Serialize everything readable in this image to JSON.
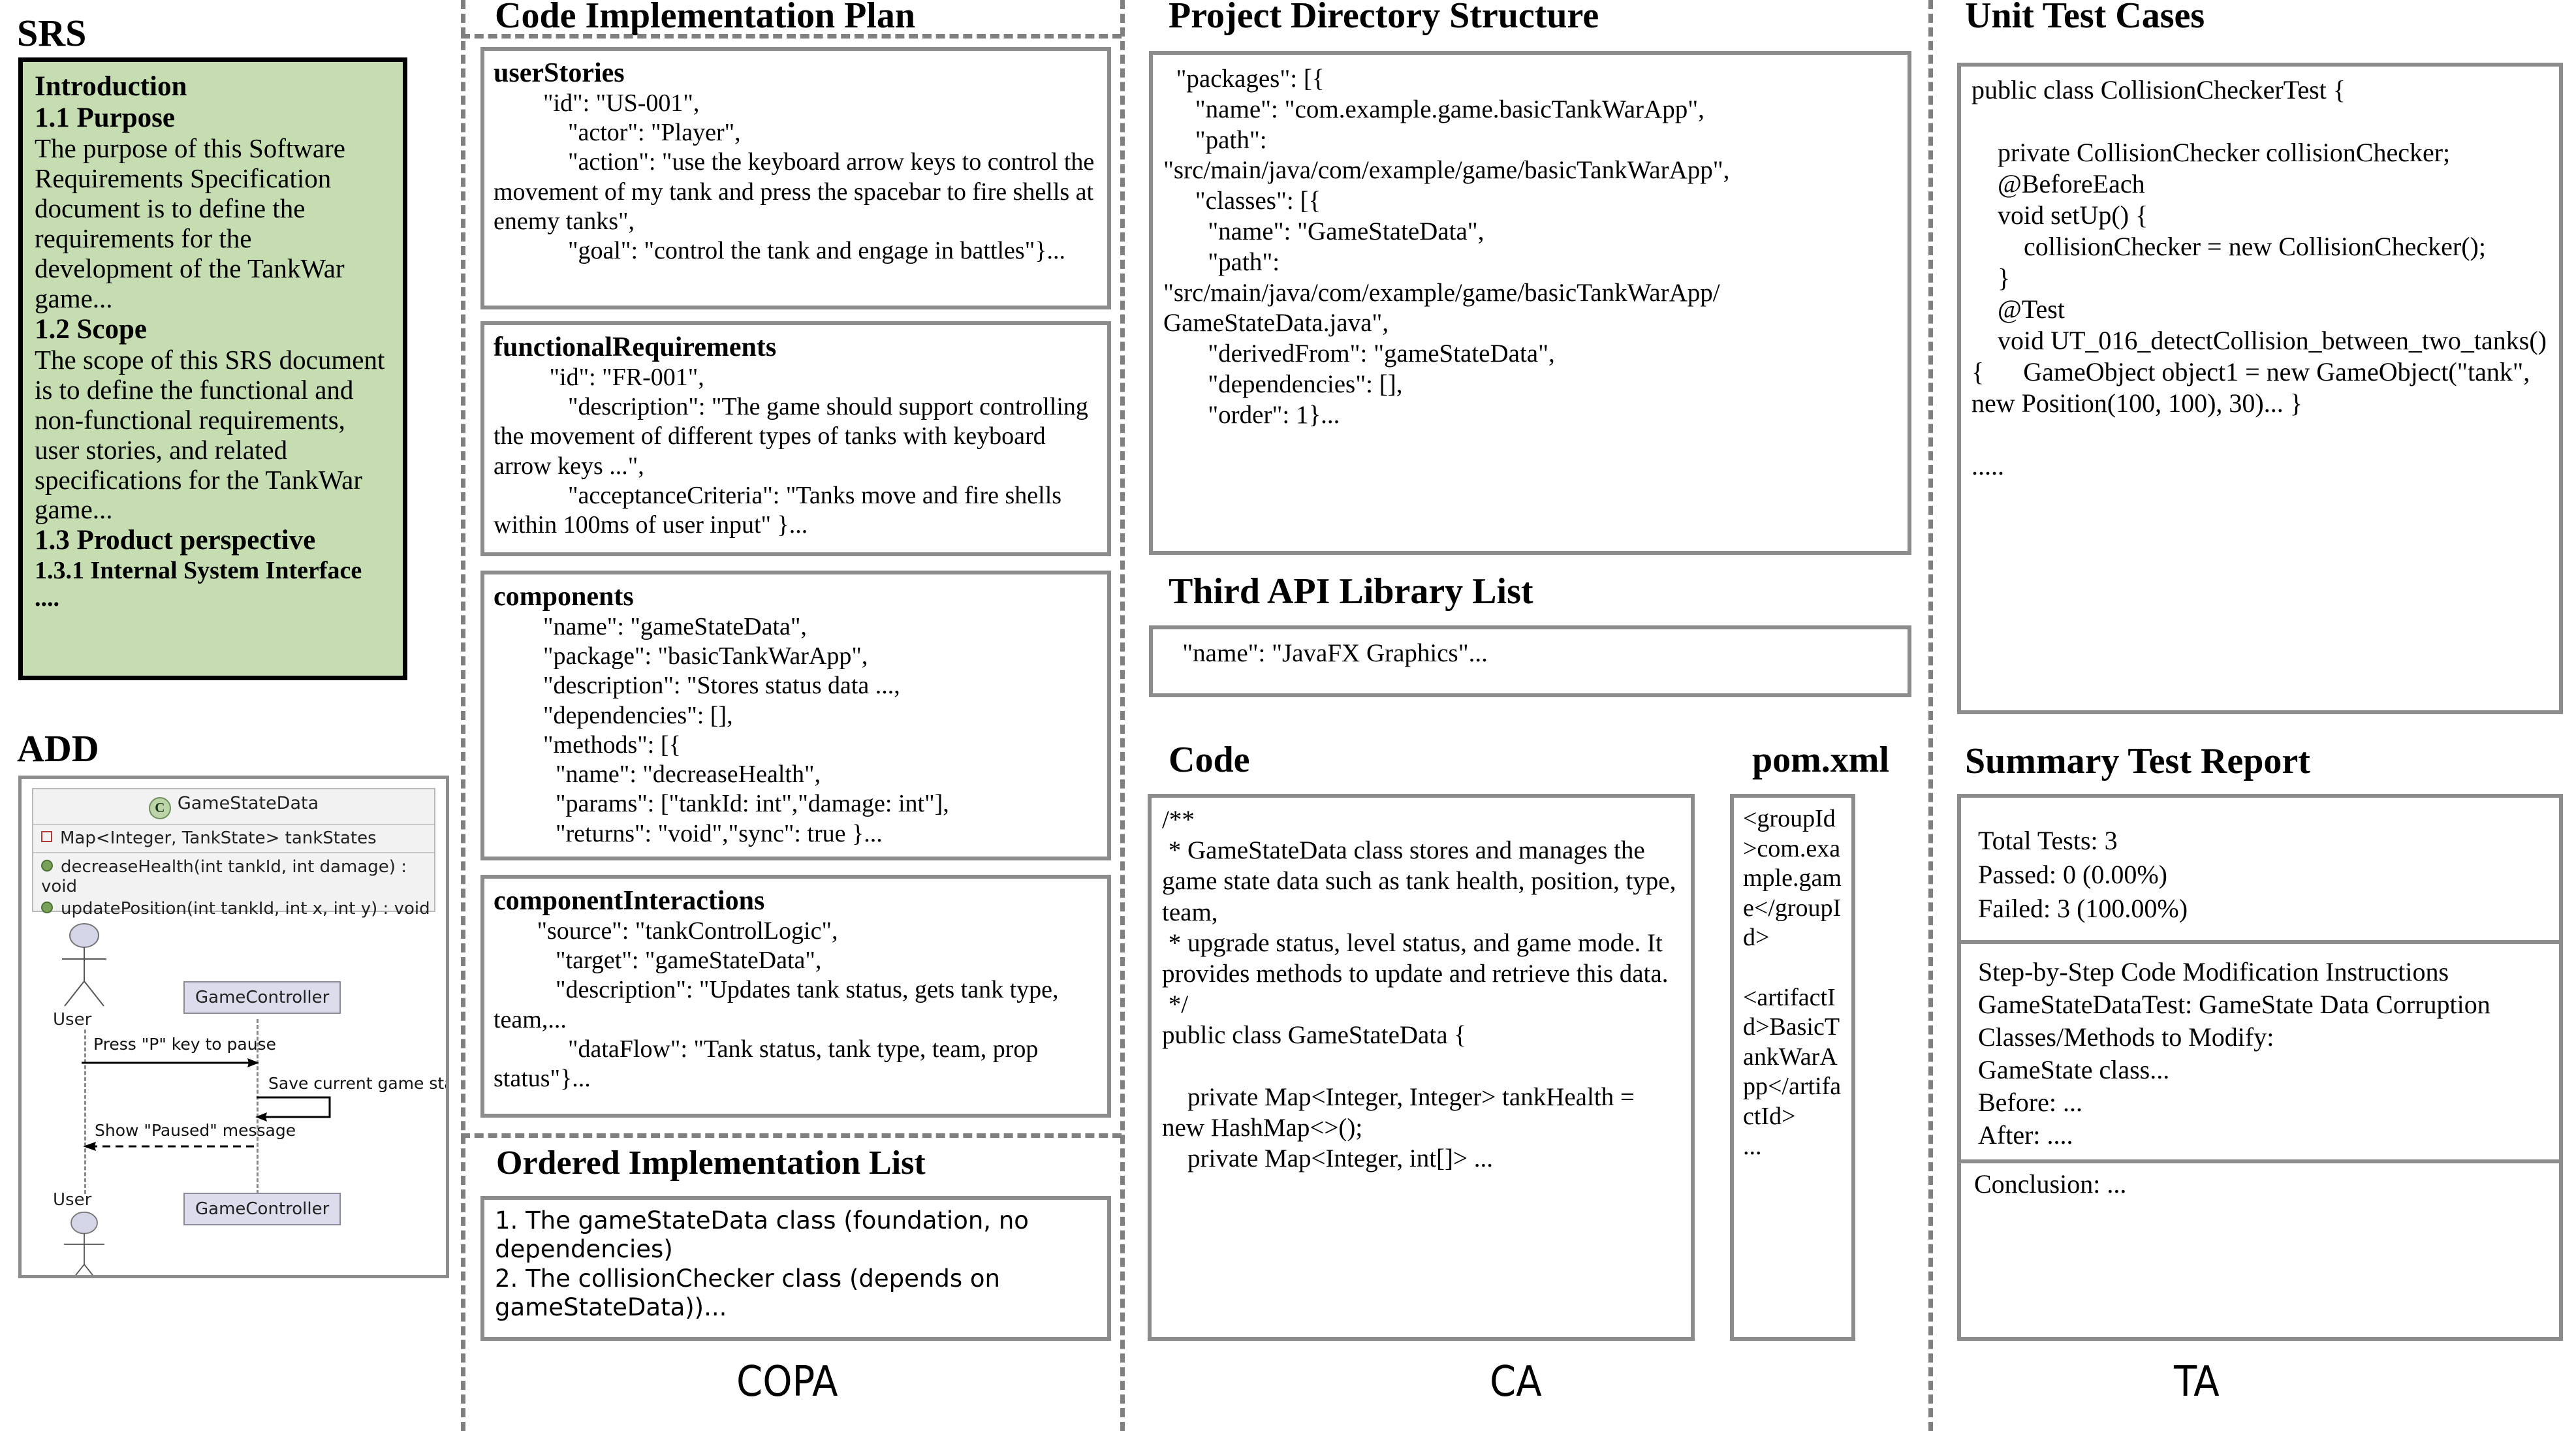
{
  "columns": {
    "copa_label": "COPA",
    "ca_label": "CA",
    "ta_label": "TA"
  },
  "srs": {
    "heading": "SRS",
    "intro_title": "Introduction",
    "s11_title": "1.1 Purpose",
    "s11_body": "The purpose of this Software Requirements Specification document is to define the requirements for the development of the TankWar game...",
    "s12_title": "1.2 Scope",
    "s12_body": "The scope of this SRS document is to define the functional and non-functional requirements, user stories, and related specifications for the TankWar game...",
    "s13_title": "1.3 Product perspective",
    "s131_title": "1.3.1 Internal System Interface",
    "ellipsis": "...."
  },
  "add": {
    "heading": "ADD",
    "class_name": "GameStateData",
    "class_badge": "C",
    "attribute": "Map<Integer, TankState> tankStates",
    "methods": [
      "decreaseHealth(int tankId, int damage) : void",
      "updatePosition(int tankId, int x, int y) : void"
    ],
    "actor_top": "User",
    "actor_bottom": "User",
    "participant_top": "GameController",
    "participant_bottom": "GameController",
    "msg1": "Press \"P\" key to pause",
    "msg2": "Save current game state",
    "msg3": "Show \"Paused\" message"
  },
  "copa": {
    "heading": "Code Implementation Plan",
    "blocks": [
      {
        "title": "userStories",
        "body": "        \"id\": \"US-001\",\n            \"actor\": \"Player\",\n            \"action\": \"use the keyboard arrow keys to control the movement of my tank and press the spacebar to fire shells at enemy tanks\",\n            \"goal\": \"control the tank and engage in battles\"}..."
      },
      {
        "title": "functionalRequirements",
        "body": "         \"id\": \"FR-001\",\n            \"description\": \"The game should support controlling the movement of different types of tanks with keyboard arrow keys ...\",\n            \"acceptanceCriteria\": \"Tanks move and fire shells within 100ms of user input\" }..."
      },
      {
        "title": "components",
        "body": "        \"name\": \"gameStateData\",\n        \"package\": \"basicTankWarApp\",\n        \"description\": \"Stores status data ...,\n        \"dependencies\": [],\n        \"methods\": [{\n          \"name\": \"decreaseHealth\",\n          \"params\": [\"tankId: int\",\"damage: int\"],\n          \"returns\": \"void\",\"sync\": true }..."
      },
      {
        "title": "componentInteractions",
        "body": "       \"source\": \"tankControlLogic\",\n          \"target\": \"gameStateData\",\n          \"description\": \"Updates tank status, gets tank type, team,...\n            \"dataFlow\": \"Tank status, tank type, team, prop status\"}..."
      }
    ],
    "ordered_heading": "Ordered Implementation List",
    "ordered_body": "1. The gameStateData class (foundation, no dependencies)\n2. The collisionChecker class (depends on gameStateData))..."
  },
  "ca": {
    "dir_heading": "Project Directory Structure",
    "dir_body": "  \"packages\": [{\n     \"name\": \"com.example.game.basicTankWarApp\",\n     \"path\":\n\"src/main/java/com/example/game/basicTankWarApp\",\n     \"classes\": [{\n       \"name\": \"GameStateData\",\n       \"path\":\n\"src/main/java/com/example/game/basicTankWarApp/\nGameStateData.java\",\n       \"derivedFrom\": \"gameStateData\",\n       \"dependencies\": [],\n       \"order\": 1}...",
    "api_heading": "Third API Library List",
    "api_body": "   \"name\": \"JavaFX Graphics\"...",
    "code_heading": "Code",
    "code_body": "/**\n * GameStateData class stores and manages the game state data such as tank health, position, type, team,\n * upgrade status, level status, and game mode. It provides methods to update and retrieve this data.\n */\npublic class GameStateData {\n\n    private Map<Integer, Integer> tankHealth = new HashMap<>();\n    private Map<Integer, int[]> ...",
    "pom_heading": "pom.xml",
    "pom_body": "<groupId>com.example.game</groupId>\n\n<artifactId>BasicTankWarApp</artifactId>\n..."
  },
  "ta": {
    "unit_heading": "Unit Test Cases",
    "unit_body": "public class CollisionCheckerTest {\n\n    private CollisionChecker collisionChecker;\n    @BeforeEach\n    void setUp() {\n        collisionChecker = new CollisionChecker();\n    }\n    @Test\n    void UT_016_detectCollision_between_two_tanks() {      GameObject object1 = new GameObject(\"tank\", new Position(100, 100), 30)... }\n\n.....",
    "summary_heading": "Summary Test Report",
    "totals": "Total Tests: 3\nPassed: 0 (0.00%)\nFailed: 3 (100.00%)",
    "instructions": "Step-by-Step Code Modification Instructions\nGameStateDataTest: GameState Data Corruption\nClasses/Methods to Modify:\nGameState class...\nBefore: ...\nAfter: ....",
    "conclusion": "Conclusion: ..."
  }
}
